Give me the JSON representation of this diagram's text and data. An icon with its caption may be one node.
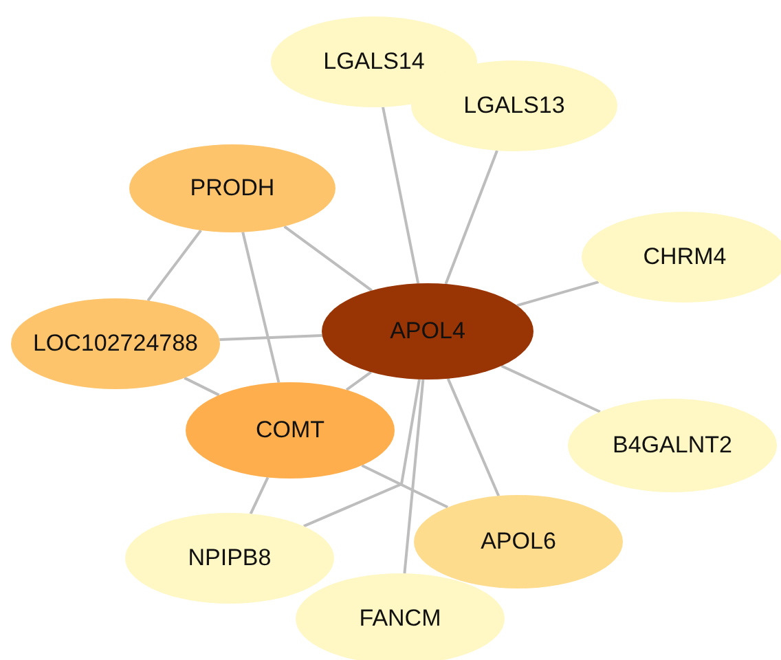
{
  "diagram": {
    "nodes": [
      {
        "text": [
          "LGALS14"
        ]
      },
      {
        "text": [
          "LGALS13"
        ]
      },
      {
        "text": [
          "PRODH"
        ]
      },
      {
        "text": [
          "CHRM4"
        ]
      },
      {
        "text": [
          "APOL4"
        ]
      },
      {
        "text": [
          "LOC102724788"
        ]
      },
      {
        "text": [
          "COMT"
        ]
      },
      {
        "text": [
          "B4GALNT2"
        ]
      },
      {
        "text": [
          "NPIPB8"
        ]
      },
      {
        "text": [
          "APOL6"
        ]
      },
      {
        "text": [
          "FANCM"
        ]
      }
    ],
    "edges": [
      {
        "from": 4,
        "to": 0,
        "arrow": "none"
      },
      {
        "from": 4,
        "to": 1,
        "arrow": "none"
      },
      {
        "from": 4,
        "to": 3,
        "arrow": "none"
      },
      {
        "from": 4,
        "to": 7,
        "arrow": "none"
      },
      {
        "from": 4,
        "to": 9,
        "arrow": "none"
      },
      {
        "from": 4,
        "to": 10,
        "arrow": "none"
      },
      {
        "from": 4,
        "to": 6,
        "arrow": "none"
      },
      {
        "from": 4,
        "to": 2,
        "arrow": "none"
      },
      {
        "from": 4,
        "to": 5,
        "arrow": "none"
      },
      {
        "from": 4,
        "to": 8,
        "arrow": "none"
      },
      {
        "from": 2,
        "to": 5,
        "arrow": "none"
      },
      {
        "from": 2,
        "to": 6,
        "arrow": "none"
      },
      {
        "from": 6,
        "to": 5,
        "arrow": "none"
      },
      {
        "from": 6,
        "to": 8,
        "arrow": "none"
      },
      {
        "from": 6,
        "to": 9,
        "arrow": "none"
      }
    ]
  }
}
